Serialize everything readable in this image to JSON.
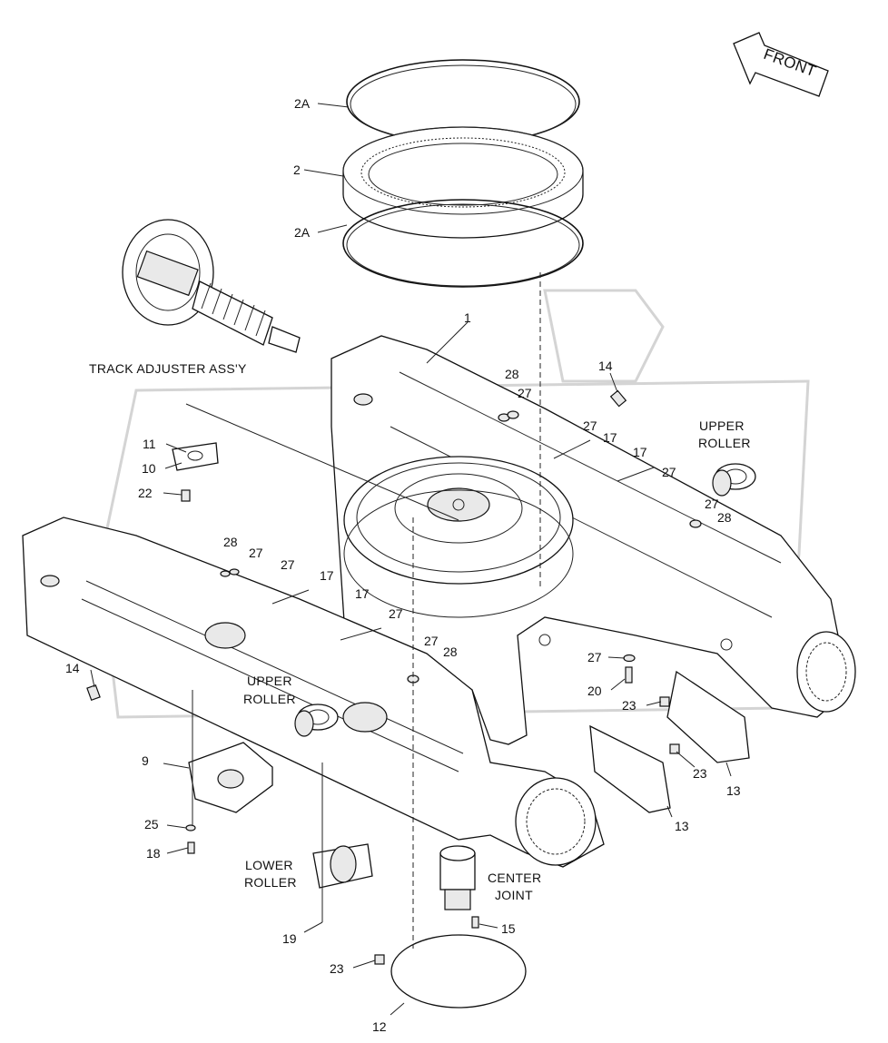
{
  "diagram": {
    "front_arrow": "FRONT",
    "captions": {
      "track_adjuster": "TRACK ADJUSTER ASS'Y",
      "upper_roller_right_1": "UPPER",
      "upper_roller_right_2": "ROLLER",
      "upper_roller_left_1": "UPPER",
      "upper_roller_left_2": "ROLLER",
      "lower_roller_1": "LOWER",
      "lower_roller_2": "ROLLER",
      "center_joint_1": "CENTER",
      "center_joint_2": "JOINT"
    },
    "callouts": {
      "c_2a_top": "2A",
      "c_2": "2",
      "c_2a_bottom": "2A",
      "c_1": "1",
      "c_14_right": "14",
      "c_28_a": "28",
      "c_27_a": "27",
      "c_27_b": "27",
      "c_17_a": "17",
      "c_17_b": "17",
      "c_27_c": "27",
      "c_27_d": "27",
      "c_28_b": "28",
      "c_11": "11",
      "c_10": "10",
      "c_22": "22",
      "c_28_c": "28",
      "c_27_e": "27",
      "c_27_f": "27",
      "c_17_c": "17",
      "c_17_d": "17",
      "c_27_g": "27",
      "c_27_h": "27",
      "c_28_d": "28",
      "c_14_left": "14",
      "c_27_i": "27",
      "c_20": "20",
      "c_23_a": "23",
      "c_23_b": "23",
      "c_13_a": "13",
      "c_13_b": "13",
      "c_9": "9",
      "c_25": "25",
      "c_18": "18",
      "c_19": "19",
      "c_15": "15",
      "c_23_c": "23",
      "c_12": "12"
    }
  }
}
